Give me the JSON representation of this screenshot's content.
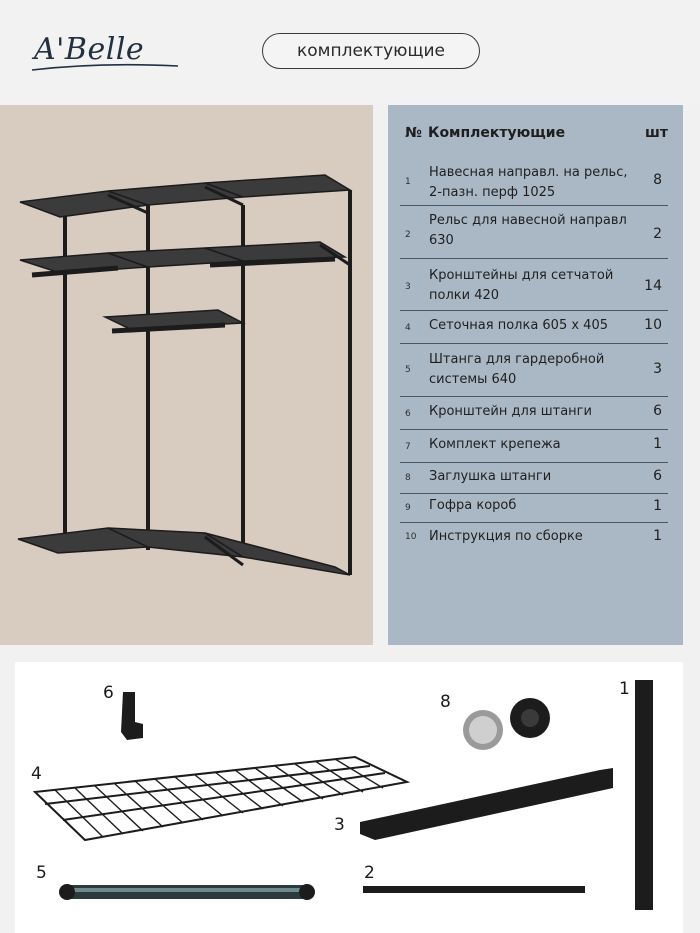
{
  "brand": {
    "logo_text": "A'Belle"
  },
  "header": {
    "title": "комплектующие"
  },
  "table": {
    "headers": {
      "num": "№",
      "name": "Комплектующие",
      "qty": "шт"
    },
    "rows": [
      {
        "num": "1",
        "name": "Навесная направл. на рельс, 2-пазн. перф 1025",
        "qty": "8"
      },
      {
        "num": "2",
        "name": "Рельс для навесной направл 630",
        "qty": "2"
      },
      {
        "num": "3",
        "name": "Кронштейны для сетчатой полки 420",
        "qty": "14"
      },
      {
        "num": "4",
        "name": "Сеточная полка 605 х 405",
        "qty": "10"
      },
      {
        "num": "5",
        "name": "Штанга для гардеробной системы  640",
        "qty": "3"
      },
      {
        "num": "6",
        "name": "Кронштейн для штанги",
        "qty": "6"
      },
      {
        "num": "7",
        "name": "Комплект крепежа",
        "qty": "1"
      },
      {
        "num": "8",
        "name": "Заглушка штанги",
        "qty": "6"
      },
      {
        "num": "9",
        "name": "Гофра короб",
        "qty": "1"
      },
      {
        "num": "10",
        "name": "Инструкция по сборке",
        "qty": "1"
      }
    ]
  },
  "parts": [
    "1",
    "2",
    "3",
    "4",
    "5",
    "6",
    "8"
  ],
  "colors": {
    "hero_bg": "#d8ccc0",
    "table_bg": "#aab8c6",
    "metal": "#1c1c1c",
    "brand": "#233040"
  }
}
